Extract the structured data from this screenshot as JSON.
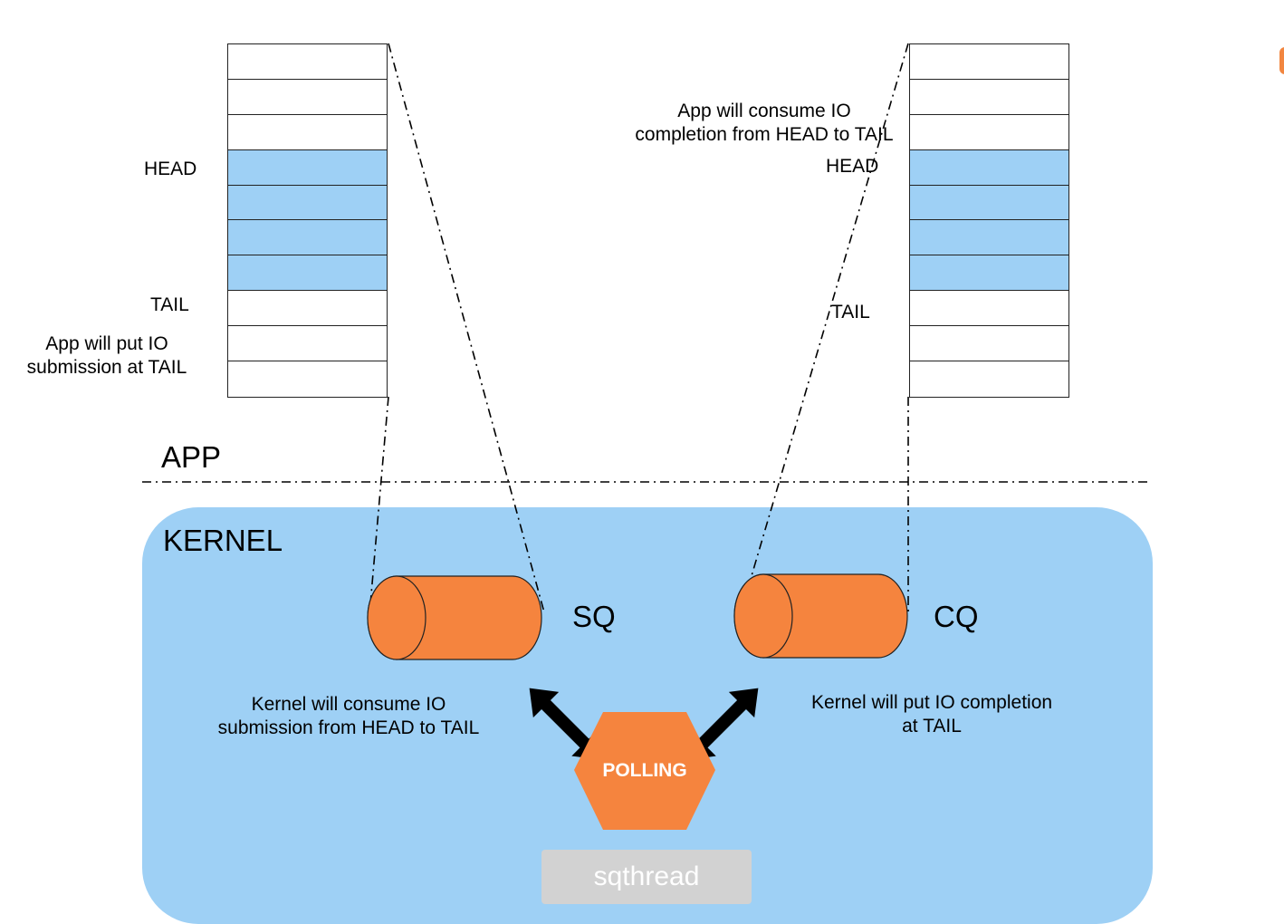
{
  "submission_ring": {
    "head_label": "HEAD",
    "tail_label": "TAIL",
    "note": [
      "App will put IO",
      "submission at TAIL"
    ],
    "slots": [
      false,
      false,
      false,
      true,
      true,
      true,
      true,
      false,
      false,
      false
    ]
  },
  "completion_ring": {
    "head_label": "HEAD",
    "tail_label": "TAIL",
    "note": [
      "App will consume IO",
      "completion from HEAD to TAIL"
    ],
    "slots": [
      false,
      false,
      false,
      true,
      true,
      true,
      true,
      false,
      false,
      false
    ]
  },
  "layers": {
    "app": "APP",
    "kernel": "KERNEL"
  },
  "queues": {
    "sq": "SQ",
    "cq": "CQ"
  },
  "kernel_notes": {
    "sq": [
      "Kernel will consume IO",
      "submission from HEAD to TAIL"
    ],
    "cq": [
      "Kernel will put IO completion",
      "at TAIL"
    ]
  },
  "polling": "POLLING",
  "sqthread": "sqthread",
  "colors": {
    "kernel_fill": "#9ed0f5",
    "slot_filled": "#9ed0f5",
    "cylinder": "#f5843e",
    "polling": "#f5843e",
    "sqthread_fill": "#d2d2d2"
  }
}
